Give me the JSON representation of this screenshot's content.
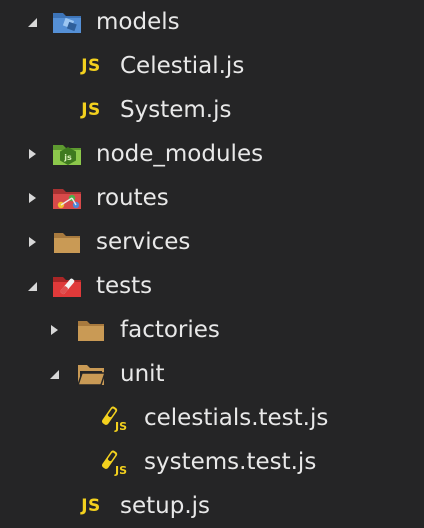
{
  "explorer": {
    "rows": [
      {
        "label": "models",
        "kind": "folder",
        "expanded": true,
        "icon": "models-folder-icon",
        "color": "#4a86c8"
      },
      {
        "label": "Celestial.js",
        "kind": "file",
        "icon": "javascript-file-icon",
        "badge": "JS",
        "color": "#f3d11e"
      },
      {
        "label": "System.js",
        "kind": "file",
        "icon": "javascript-file-icon",
        "badge": "JS",
        "color": "#f3d11e"
      },
      {
        "label": "node_modules",
        "kind": "folder",
        "expanded": false,
        "icon": "node-folder-icon",
        "color": "#8cc84b"
      },
      {
        "label": "routes",
        "kind": "folder",
        "expanded": false,
        "icon": "routes-folder-icon",
        "color": "#e04a4a"
      },
      {
        "label": "services",
        "kind": "folder",
        "expanded": false,
        "icon": "folder-icon",
        "color": "#c99a55"
      },
      {
        "label": "tests",
        "kind": "folder",
        "expanded": true,
        "icon": "tests-folder-icon",
        "color": "#e03a3a"
      },
      {
        "label": "factories",
        "kind": "folder",
        "expanded": false,
        "icon": "folder-icon",
        "color": "#c99a55"
      },
      {
        "label": "unit",
        "kind": "folder",
        "expanded": true,
        "icon": "open-folder-icon",
        "color": "#c99a55"
      },
      {
        "label": "celestials.test.js",
        "kind": "file",
        "icon": "test-js-file-icon",
        "badge": "JS",
        "color": "#f3d11e"
      },
      {
        "label": "systems.test.js",
        "kind": "file",
        "icon": "test-js-file-icon",
        "badge": "JS",
        "color": "#f3d11e"
      },
      {
        "label": "setup.js",
        "kind": "file",
        "icon": "javascript-file-icon",
        "badge": "JS",
        "color": "#f3d11e"
      }
    ]
  }
}
